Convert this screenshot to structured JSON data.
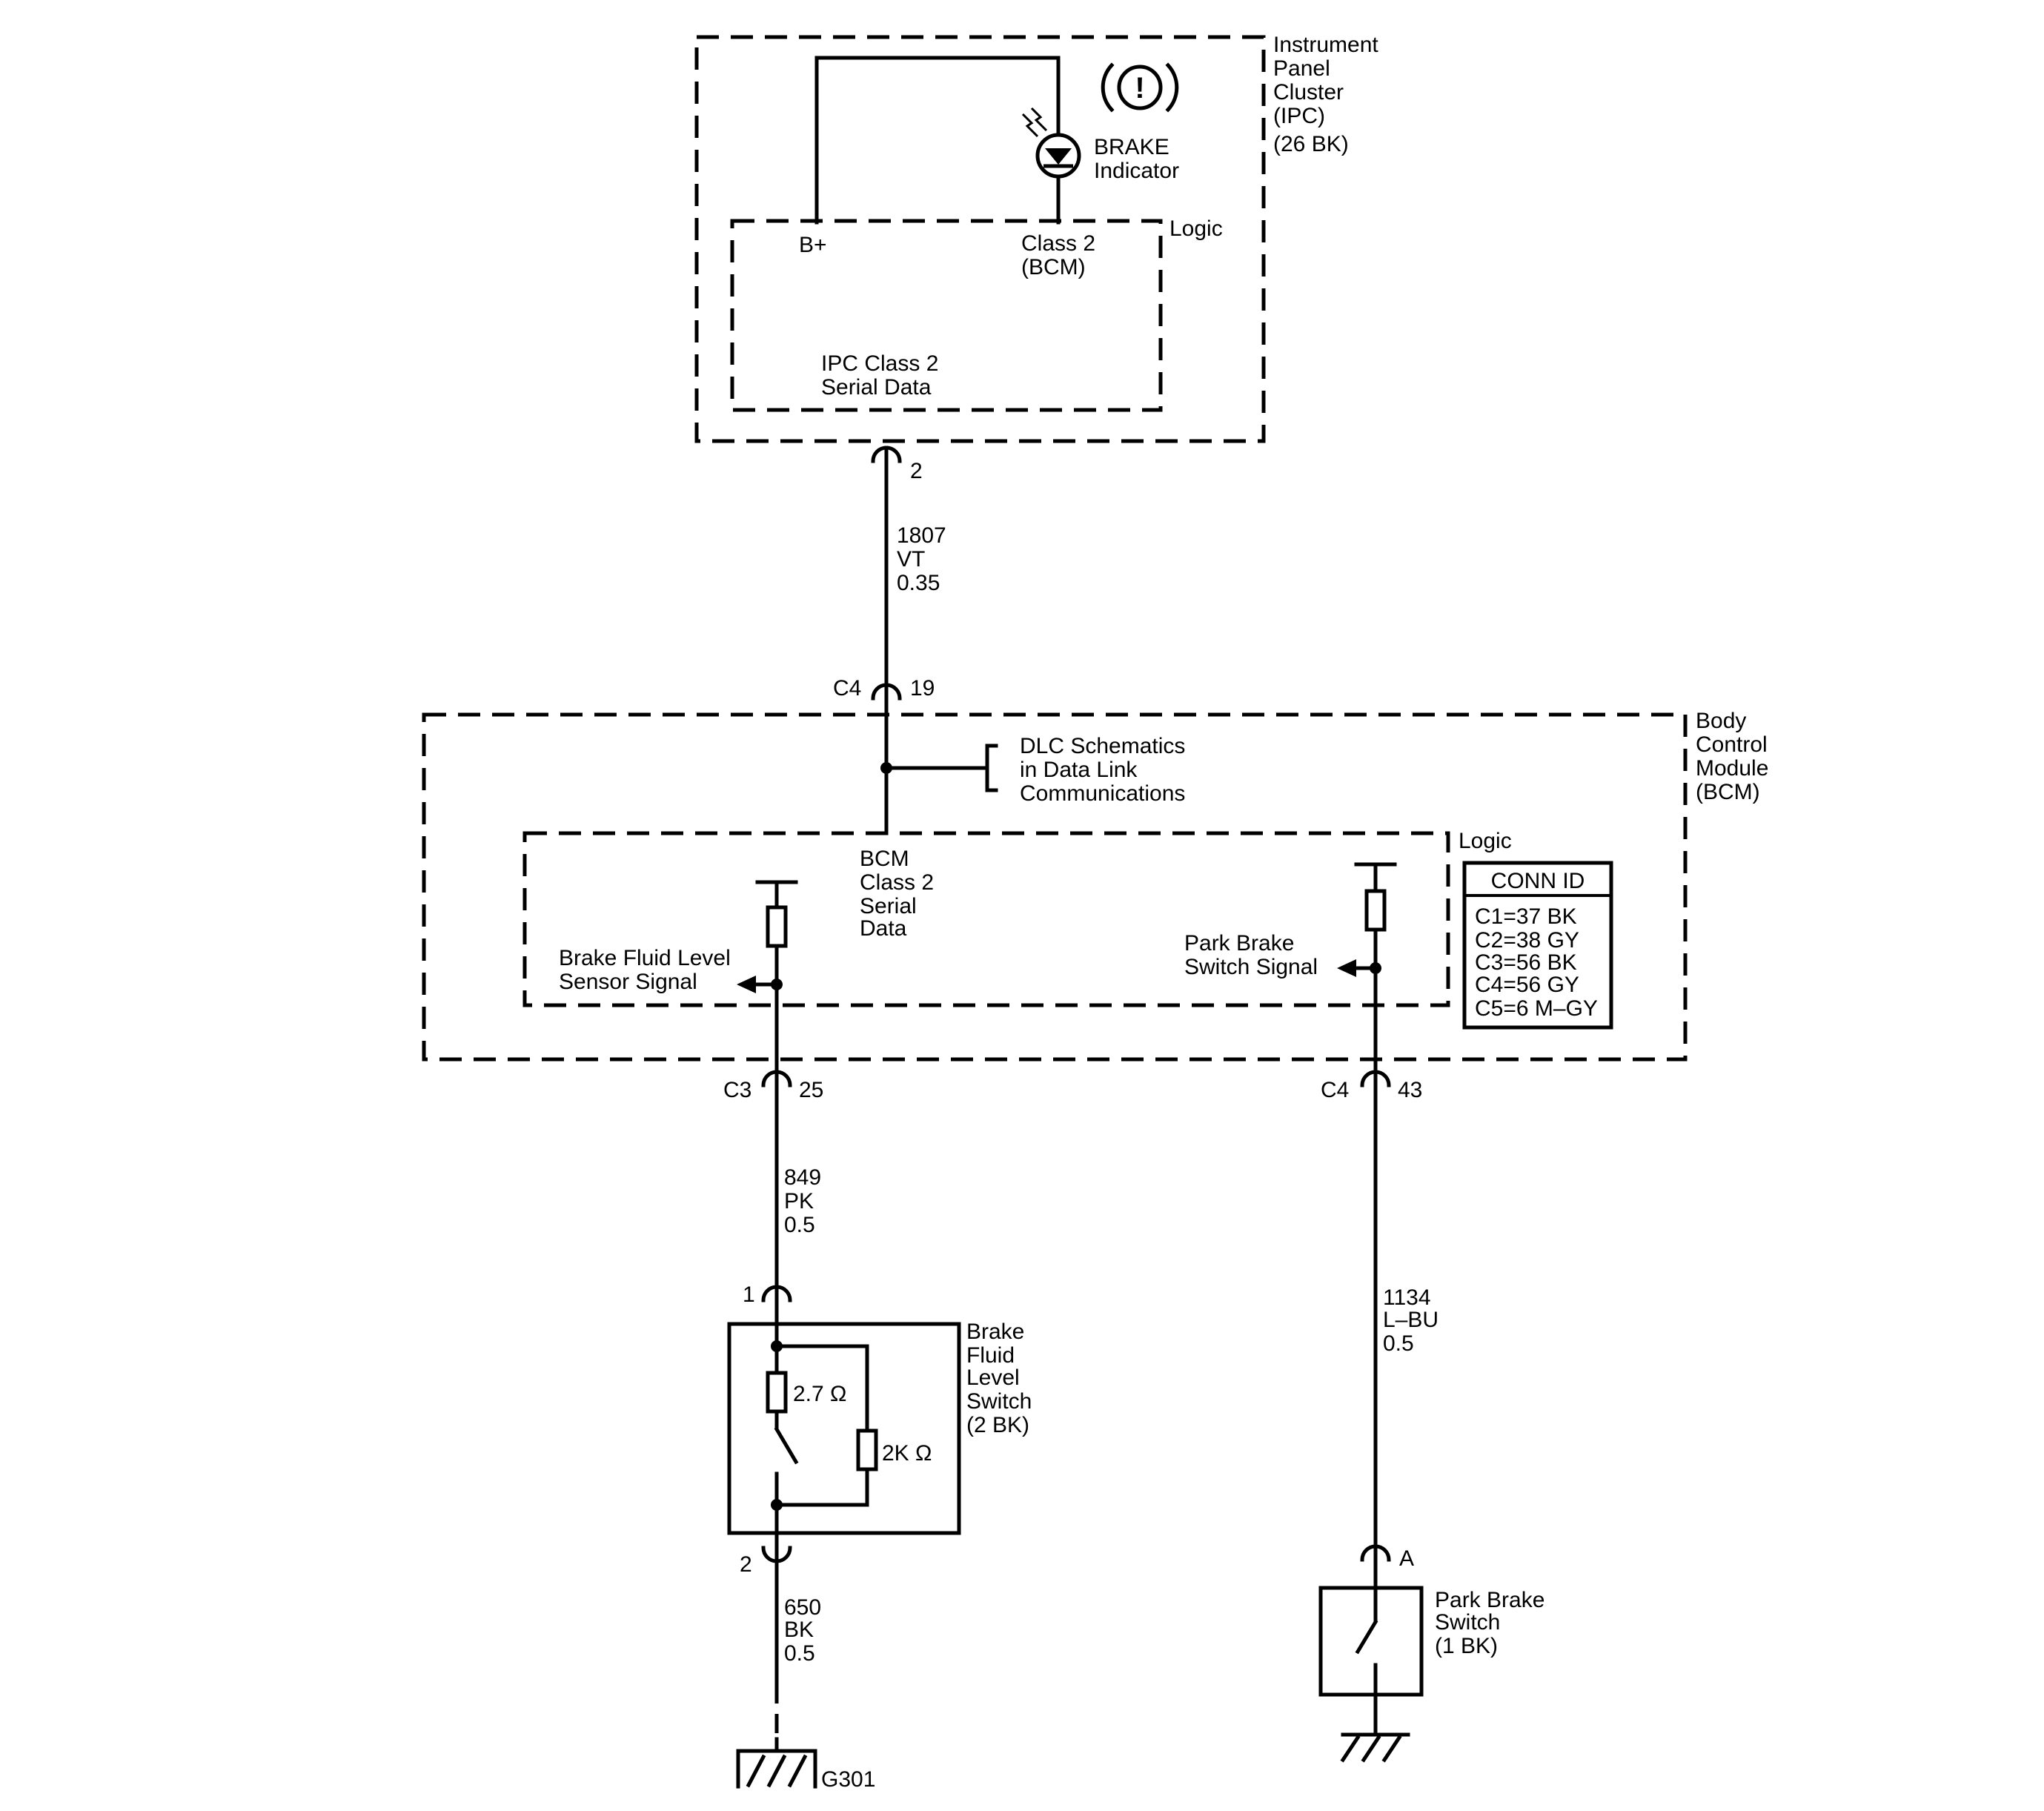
{
  "ipc": {
    "name": [
      "Instrument",
      "Panel",
      "Cluster",
      "(IPC)",
      "(26 BK)"
    ],
    "logic_label": "Logic",
    "bplus": "B+",
    "class2": [
      "Class 2",
      "(BCM)"
    ],
    "serial": [
      "IPC Class 2",
      "Serial Data"
    ],
    "indicator": [
      "BRAKE",
      "Indicator"
    ],
    "indicator_symbol": "!",
    "pin": "2"
  },
  "wire_1807": [
    "1807",
    "VT",
    "0.35"
  ],
  "bcm_top_conn": {
    "conn": "C4",
    "pin": "19"
  },
  "bcm": {
    "name": [
      "Body",
      "Control",
      "Module",
      "(BCM)"
    ],
    "logic_label": "Logic",
    "dlc": [
      "DLC Schematics",
      "in Data Link",
      "Communications"
    ],
    "serial": [
      "BCM",
      "Class 2",
      "Serial",
      "Data"
    ],
    "bfl_signal": [
      "Brake Fluid Level",
      "Sensor Signal"
    ],
    "pb_signal": [
      "Park Brake",
      "Switch Signal"
    ],
    "conn_id": {
      "title": "CONN ID",
      "rows": [
        "C1=37 BK",
        "C2=38 GY",
        "C3=56 BK",
        "C4=56 GY",
        "C5=6 M–GY"
      ]
    }
  },
  "c3_conn": {
    "conn": "C3",
    "pin": "25"
  },
  "c4_conn": {
    "conn": "C4",
    "pin": "43"
  },
  "wire_849": [
    "849",
    "PK",
    "0.5"
  ],
  "wire_1134": [
    "1134",
    "L–BU",
    "0.5"
  ],
  "wire_650": [
    "650",
    "BK",
    "0.5"
  ],
  "bfl_switch": {
    "pin_top": "1",
    "pin_bottom": "2",
    "name": [
      "Brake",
      "Fluid",
      "Level",
      "Switch",
      "(2 BK)"
    ],
    "r1": "2.7 Ω",
    "r2": "2K Ω"
  },
  "park_switch": {
    "pin": "A",
    "name": [
      "Park Brake",
      "Switch",
      "(1 BK)"
    ]
  },
  "ground": {
    "label": "G301"
  }
}
